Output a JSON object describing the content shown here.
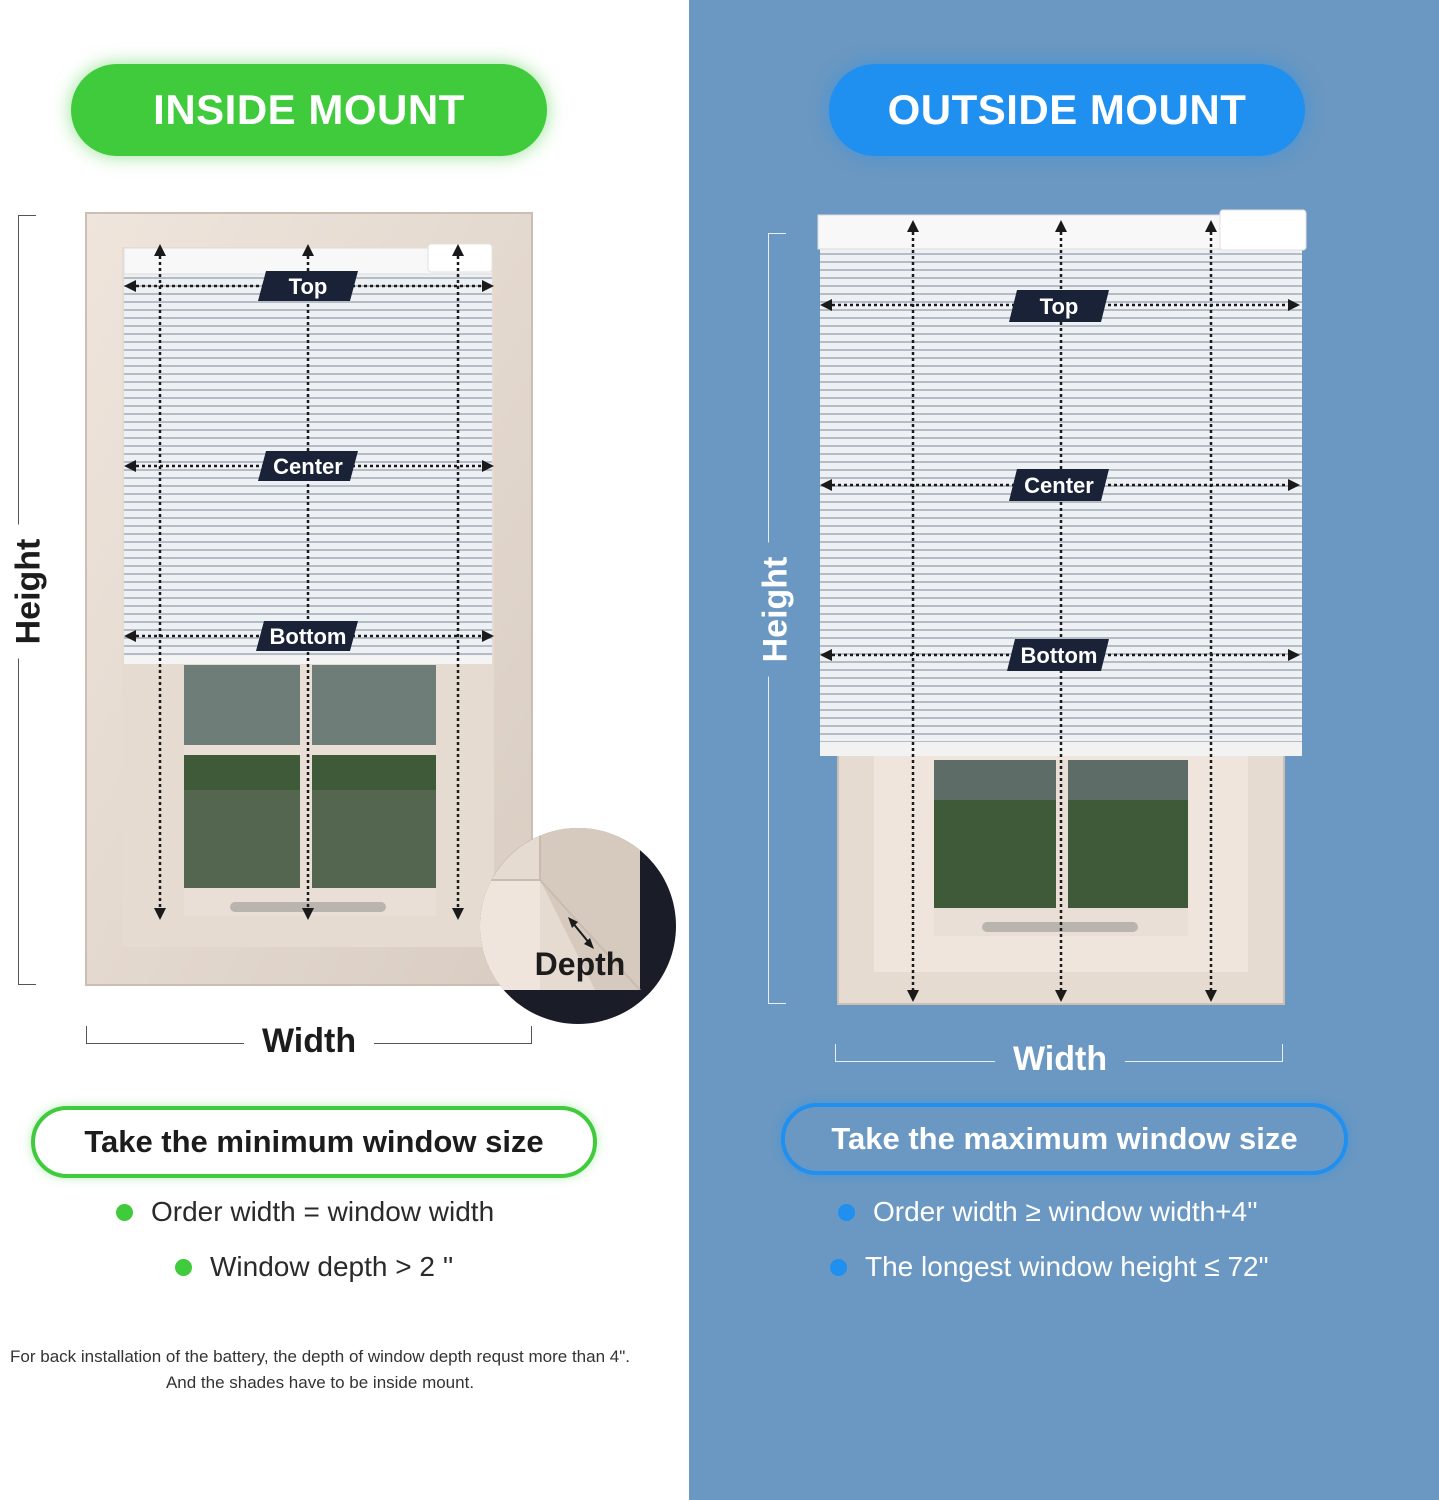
{
  "inside": {
    "title": "INSIDE MOUNT",
    "height_label": "Height",
    "width_label": "Width",
    "depth_label": "Depth",
    "tags": {
      "top": "Top",
      "center": "Center",
      "bottom": "Bottom"
    },
    "rule": "Take the minimum window size",
    "bullets": [
      "Order width = window width",
      "Window depth > 2 ''"
    ],
    "note": "For back installation of the battery, the depth of window depth requst more than 4\". And the shades have to be inside mount."
  },
  "outside": {
    "title": "OUTSIDE MOUNT",
    "height_label": "Height",
    "width_label": "Width",
    "tags": {
      "top": "Top",
      "center": "Center",
      "bottom": "Bottom"
    },
    "rule": "Take the maximum window size",
    "bullets": [
      "Order width ≥ window width+4''",
      "The longest window height ≤ 72\""
    ]
  },
  "colors": {
    "green": "#3fcb3c",
    "blue": "#1f8ff0",
    "right_background": "#6a98c2",
    "tag": "#1a2238"
  }
}
